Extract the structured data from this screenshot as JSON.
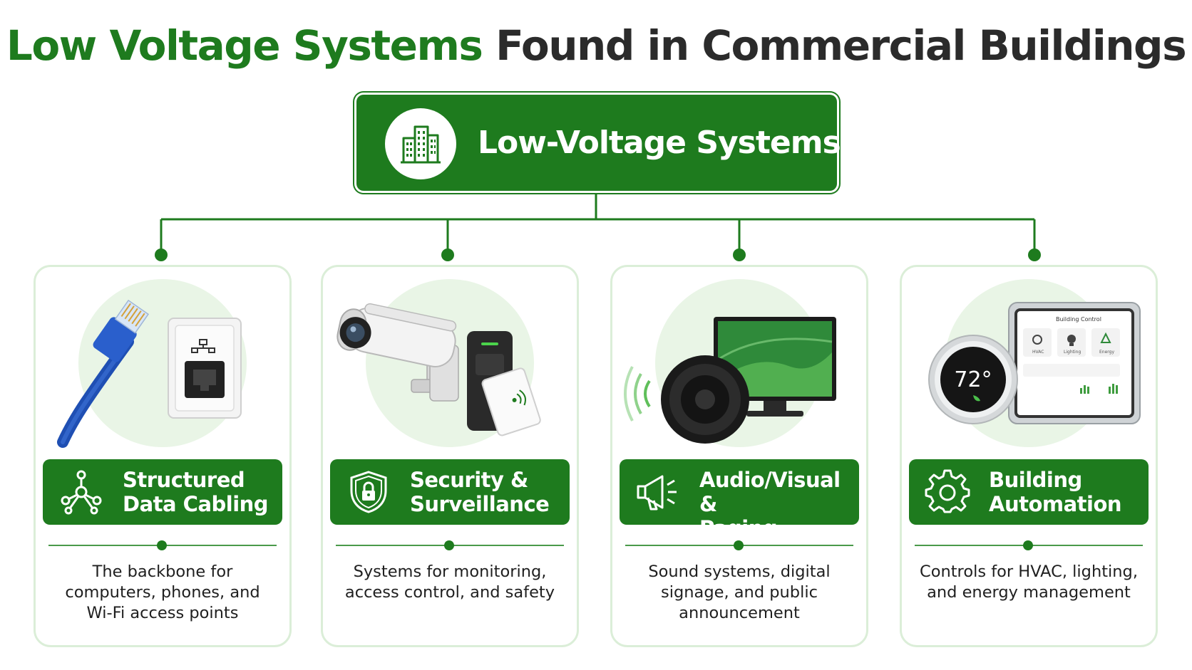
{
  "title": {
    "accent": "Low Voltage Systems",
    "rest": "Found in Commercial Buildings"
  },
  "root": {
    "label": "Low-Voltage Systems",
    "icon": "office-building-icon"
  },
  "colors": {
    "primary_green": "#1e7b1e",
    "title_dark": "#2b2b2b",
    "card_border": "#dbeed8",
    "illustration_bg": "#e9f5e6"
  },
  "cards": [
    {
      "title_line1": "Structured",
      "title_line2": "Data Cabling",
      "icon": "network-nodes-icon",
      "description": "The backbone for computers, phones, and Wi-Fi access points"
    },
    {
      "title_line1": "Security &",
      "title_line2": "Surveillance",
      "icon": "shield-lock-icon",
      "description": "Systems for monitoring, access control, and safety"
    },
    {
      "title_line1": "Audio/Visual &",
      "title_line2": "Paging",
      "icon": "megaphone-icon",
      "description": "Sound systems, digital signage, and public announcement"
    },
    {
      "title_line1": "Building",
      "title_line2": "Automation",
      "icon": "gear-icon",
      "description": "Controls for HVAC, lighting, and energy management"
    }
  ],
  "illustrations": {
    "thermostat_reading": "72°",
    "panel_title": "Building Control",
    "panel_tiles": [
      "HVAC",
      "Lighting",
      "Energy"
    ]
  }
}
